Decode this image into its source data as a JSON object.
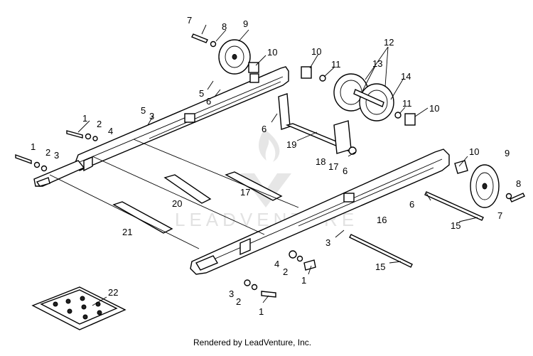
{
  "callouts": {
    "c1": "7",
    "c2": "8",
    "c3": "9",
    "c4": "10",
    "c5": "10",
    "c6": "11",
    "c7": "12",
    "c8": "13",
    "c9": "14",
    "c10": "11",
    "c11": "10",
    "c12": "5",
    "c13": "6",
    "c14": "1",
    "c15": "2",
    "c16": "4",
    "c17": "5",
    "c18": "3",
    "c19": "6",
    "c20": "19",
    "c21": "1",
    "c22": "2",
    "c23": "3",
    "c24": "18",
    "c25": "17",
    "c26": "6",
    "c27": "10",
    "c28": "9",
    "c29": "8",
    "c30": "7",
    "c31": "20",
    "c32": "17",
    "c33": "6",
    "c34": "21",
    "c35": "16",
    "c36": "15",
    "c37": "3",
    "c38": "4",
    "c39": "2",
    "c40": "1",
    "c41": "15",
    "c42": "3",
    "c43": "2",
    "c44": "1",
    "c45": "22"
  },
  "watermark": "LEADVENTURE",
  "credit": "Rendered by LeadVenture, Inc."
}
